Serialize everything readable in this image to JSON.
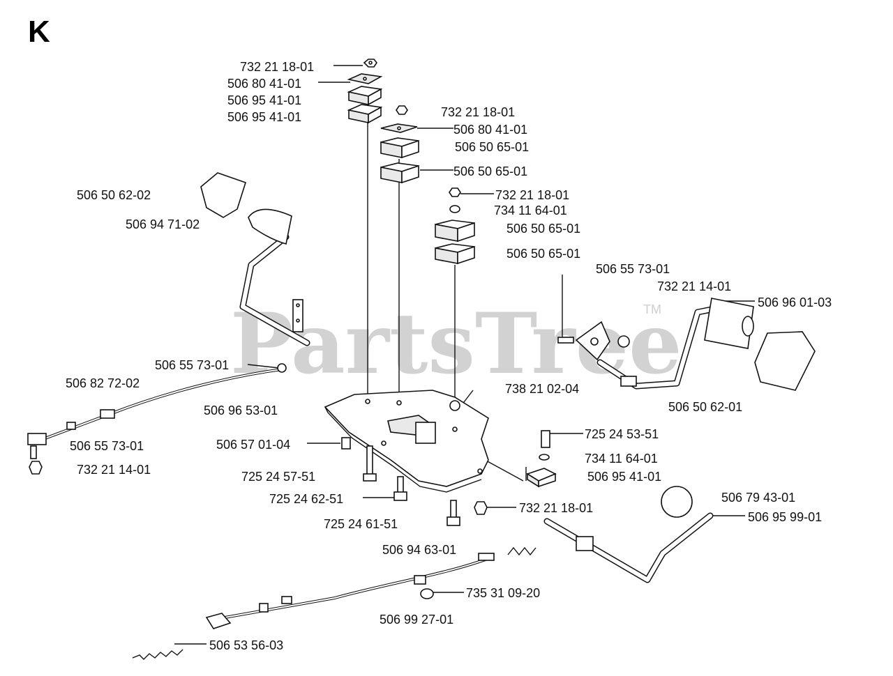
{
  "section_letter": "K",
  "watermark": "PartsTree",
  "trademark": "TM",
  "callouts": [
    {
      "id": "c1",
      "text": "732 21 18-01"
    },
    {
      "id": "c2",
      "text": "506 80 41-01"
    },
    {
      "id": "c3",
      "text": "506 95 41-01"
    },
    {
      "id": "c4",
      "text": "506 95 41-01"
    },
    {
      "id": "c5",
      "text": "732 21 18-01"
    },
    {
      "id": "c6",
      "text": "506 80 41-01"
    },
    {
      "id": "c7",
      "text": "506 50 65-01"
    },
    {
      "id": "c8",
      "text": "506 50 65-01"
    },
    {
      "id": "c9",
      "text": "732 21 18-01"
    },
    {
      "id": "c10",
      "text": "734 11 64-01"
    },
    {
      "id": "c11",
      "text": "506 50 65-01"
    },
    {
      "id": "c12",
      "text": "506 50 65-01"
    },
    {
      "id": "c13",
      "text": "506 50 62-02"
    },
    {
      "id": "c14",
      "text": "506 94 71-02"
    },
    {
      "id": "c15",
      "text": "506 55 73-01"
    },
    {
      "id": "c16",
      "text": "732 21 14-01"
    },
    {
      "id": "c17",
      "text": "506 96 01-03"
    },
    {
      "id": "c18",
      "text": "738 21 02-04"
    },
    {
      "id": "c19",
      "text": "506 50 62-01"
    },
    {
      "id": "c20",
      "text": "506 55 73-01"
    },
    {
      "id": "c21",
      "text": "506 82 72-02"
    },
    {
      "id": "c22",
      "text": "506 96 53-01"
    },
    {
      "id": "c23",
      "text": "506 55 73-01"
    },
    {
      "id": "c24",
      "text": "506 57 01-04"
    },
    {
      "id": "c25",
      "text": "732 21 14-01"
    },
    {
      "id": "c26",
      "text": "725 24 57-51"
    },
    {
      "id": "c27",
      "text": "725 24 62-51"
    },
    {
      "id": "c28",
      "text": "725 24 61-51"
    },
    {
      "id": "c29",
      "text": "725 24 53-51"
    },
    {
      "id": "c30",
      "text": "734 11 64-01"
    },
    {
      "id": "c31",
      "text": "506 95 41-01"
    },
    {
      "id": "c32",
      "text": "732 21 18-01"
    },
    {
      "id": "c33",
      "text": "506 79 43-01"
    },
    {
      "id": "c34",
      "text": "506 95 99-01"
    },
    {
      "id": "c35",
      "text": "506 94 63-01"
    },
    {
      "id": "c36",
      "text": "735 31 09-20"
    },
    {
      "id": "c37",
      "text": "506 99 27-01"
    },
    {
      "id": "c38",
      "text": "506 53 56-03"
    }
  ]
}
